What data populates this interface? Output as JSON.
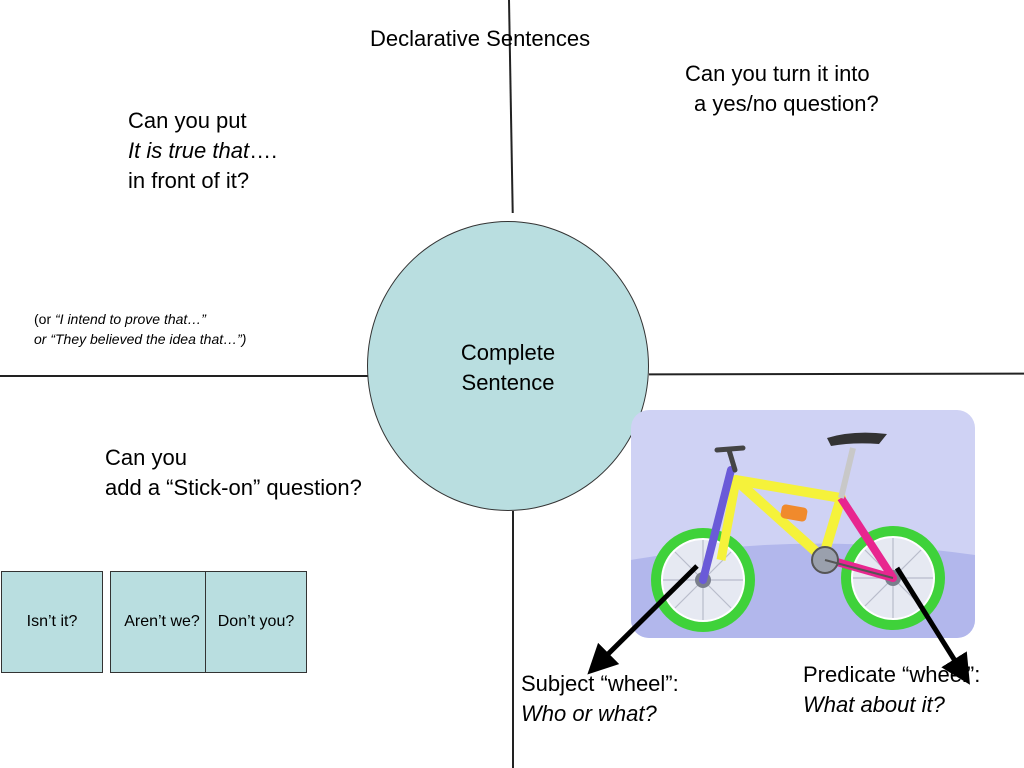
{
  "title": "Declarative Sentences",
  "center": {
    "line1": "Complete",
    "line2": "Sentence"
  },
  "top_left": {
    "line1": "Can you put",
    "line2_italic": "It is true that",
    "line2_tail": "….",
    "line3": "in front of it?"
  },
  "top_right": {
    "line1": "Can you turn it into",
    "line2": "a yes/no question?"
  },
  "note": {
    "line1_prefix": "(or ",
    "line1_italic": "“I intend to prove that…”",
    "line2": "or “They believed the idea that…”)"
  },
  "bottom_left": {
    "line1": "Can you",
    "line2": "add a “Stick-on” question?"
  },
  "tag_boxes": [
    "Isn’t it?",
    "Aren’t we?",
    "Don’t you?"
  ],
  "subject": {
    "label": "Subject “wheel”:",
    "question": "Who or what?"
  },
  "predicate": {
    "label": "Predicate “wheel”:",
    "question": "What about it?"
  },
  "colors": {
    "circle": "#b9dee0",
    "panel": "#cfd2f4",
    "frame_yellow": "#f5f23a",
    "frame_pink": "#e8268f",
    "tire_green": "#3fd23a",
    "fork_blue": "#6a5ad8"
  }
}
